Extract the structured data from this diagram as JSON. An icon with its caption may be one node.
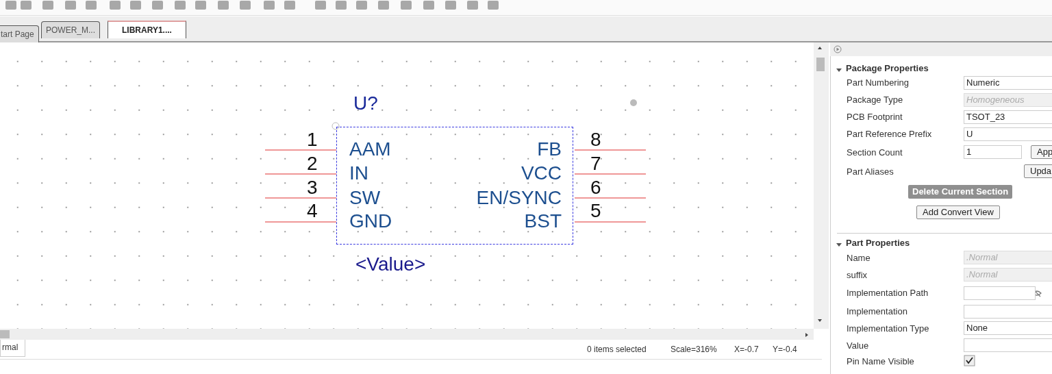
{
  "diagram": {
    "nodes": [
      {
        "text": [
          "AAM",
          "IN",
          "SW",
          "GND",
          "FB",
          "VCC",
          "EN/SYNC",
          "BST"
        ],
        "beside": [
          "U?",
          "<Value>"
        ]
      }
    ],
    "labels": [
      "tart Page",
      "POWER_M...",
      "LIBRARY1....",
      "1",
      "2",
      "3",
      "4",
      "8",
      "7",
      "6",
      "5",
      "Package Properties",
      "Part Numbering",
      "Numeric",
      "Package Type",
      "Homogeneous",
      "PCB Footprint",
      "TSOT_23",
      "Part Reference Prefix",
      "U",
      "Section Count",
      "1",
      "App",
      "Part Aliases",
      "Upda",
      "Delete Current Section",
      "Add Convert View",
      "Part Properties",
      "Name",
      ".Normal",
      "suffix",
      ".Normal",
      "Implementation Path",
      "Implementation",
      "Implementation Type",
      "None",
      "Value",
      "Pin Name Visible",
      "rmal",
      "0 items selected",
      "Scale=316%",
      "X=-0.7",
      "Y=-0.4"
    ]
  }
}
